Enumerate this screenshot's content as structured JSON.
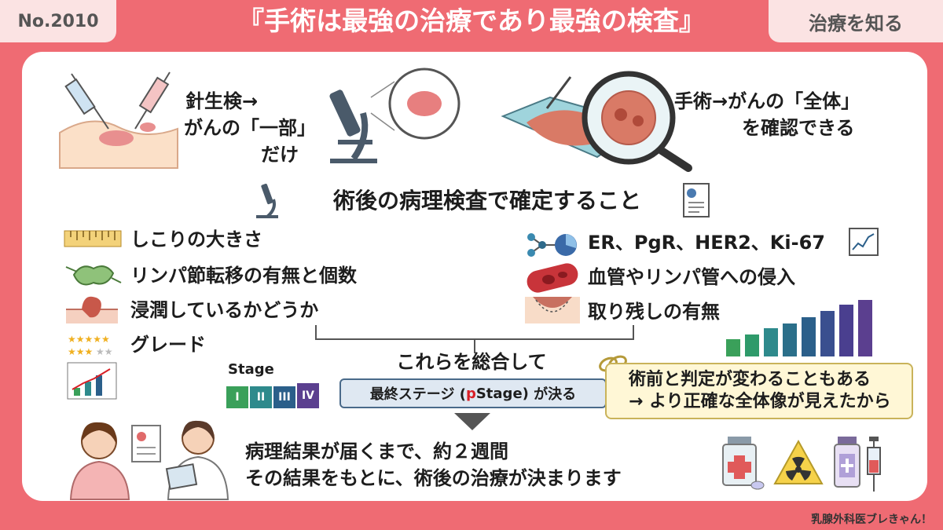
{
  "header": {
    "number": "No.2010",
    "title": "『手術は最強の治療であり最強の検査』",
    "category": "治療を知る"
  },
  "biopsy": {
    "line1": "針生検→",
    "line2": "がんの「一部」",
    "line3": "だけ"
  },
  "surgery": {
    "line1": "手術→がんの「全体」",
    "line2": "を確認できる"
  },
  "section_heading": "術後の病理検査で確定すること",
  "left_items": [
    {
      "label": "しこりの大きさ",
      "icon": "ruler-icon"
    },
    {
      "label": "リンパ節転移の有無と個数",
      "icon": "lymph-node-icon"
    },
    {
      "label": "浸潤しているかどうか",
      "icon": "invasion-icon"
    },
    {
      "label": "グレード",
      "icon": "stars-icon"
    }
  ],
  "right_items": [
    {
      "label": "ER、PgR、HER2、Ki-67",
      "icon": "molecule-icon"
    },
    {
      "label": "血管やリンパ管への侵入",
      "icon": "vessel-icon"
    },
    {
      "label": "取り残しの有無",
      "icon": "margin-icon"
    }
  ],
  "combine_text": "これらを総合して",
  "stage": {
    "label": "Stage",
    "levels": [
      "I",
      "II",
      "III",
      "IV"
    ],
    "colors": [
      "#3aa05a",
      "#2e8a8c",
      "#2b5f8a",
      "#5b3f8f"
    ]
  },
  "pstage": {
    "prefix": "最終ステージ (",
    "p": "p",
    "middle": "Stage)",
    "suffix": "が決る"
  },
  "note": {
    "line1": "術前と判定が変わることもある",
    "line2": "→ より正確な全体像が見えたから"
  },
  "result": {
    "line1": "病理結果が届くまで、約２週間",
    "line2": "その結果をもとに、術後の治療が決まります"
  },
  "footer": "乳腺外科医ブレきゃん！",
  "colors": {
    "background": "#ef6b73",
    "panel": "#ffffff",
    "accent_red": "#d91f26"
  }
}
